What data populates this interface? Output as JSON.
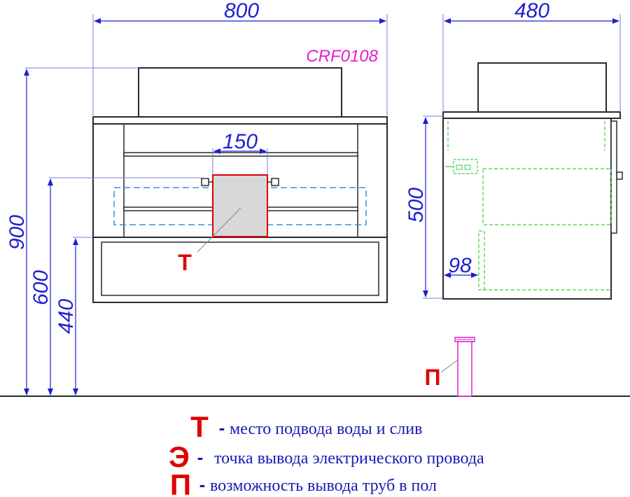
{
  "model": "CRF0108",
  "dimensions": {
    "width_front": "800",
    "depth_side": "480",
    "sink_height": "900",
    "water_height": "600",
    "drawer_height": "440",
    "water_zone_width": "150",
    "cabinet_height": "500",
    "back_offset": "98"
  },
  "markers": {
    "water": "Т",
    "floor_pipe": "П"
  },
  "legend": [
    {
      "key": "Т",
      "dash": "-",
      "text": "место подвода воды и слив"
    },
    {
      "key": "Э",
      "dash": "-",
      "text": "точка вывода электрического провода"
    },
    {
      "key": "П",
      "dash": "-",
      "text": "возможность вывода труб в пол"
    }
  ],
  "colors": {
    "dimension": "#1f1fd0",
    "outline": "#2a2a2a",
    "marker": "#e00000",
    "model": "#e020d0",
    "hidden_blue": "#3a8fd8",
    "hidden_green": "#3fcf3f",
    "pipe": "#e020d0",
    "water_zone_fill": "#d8d8d8"
  }
}
